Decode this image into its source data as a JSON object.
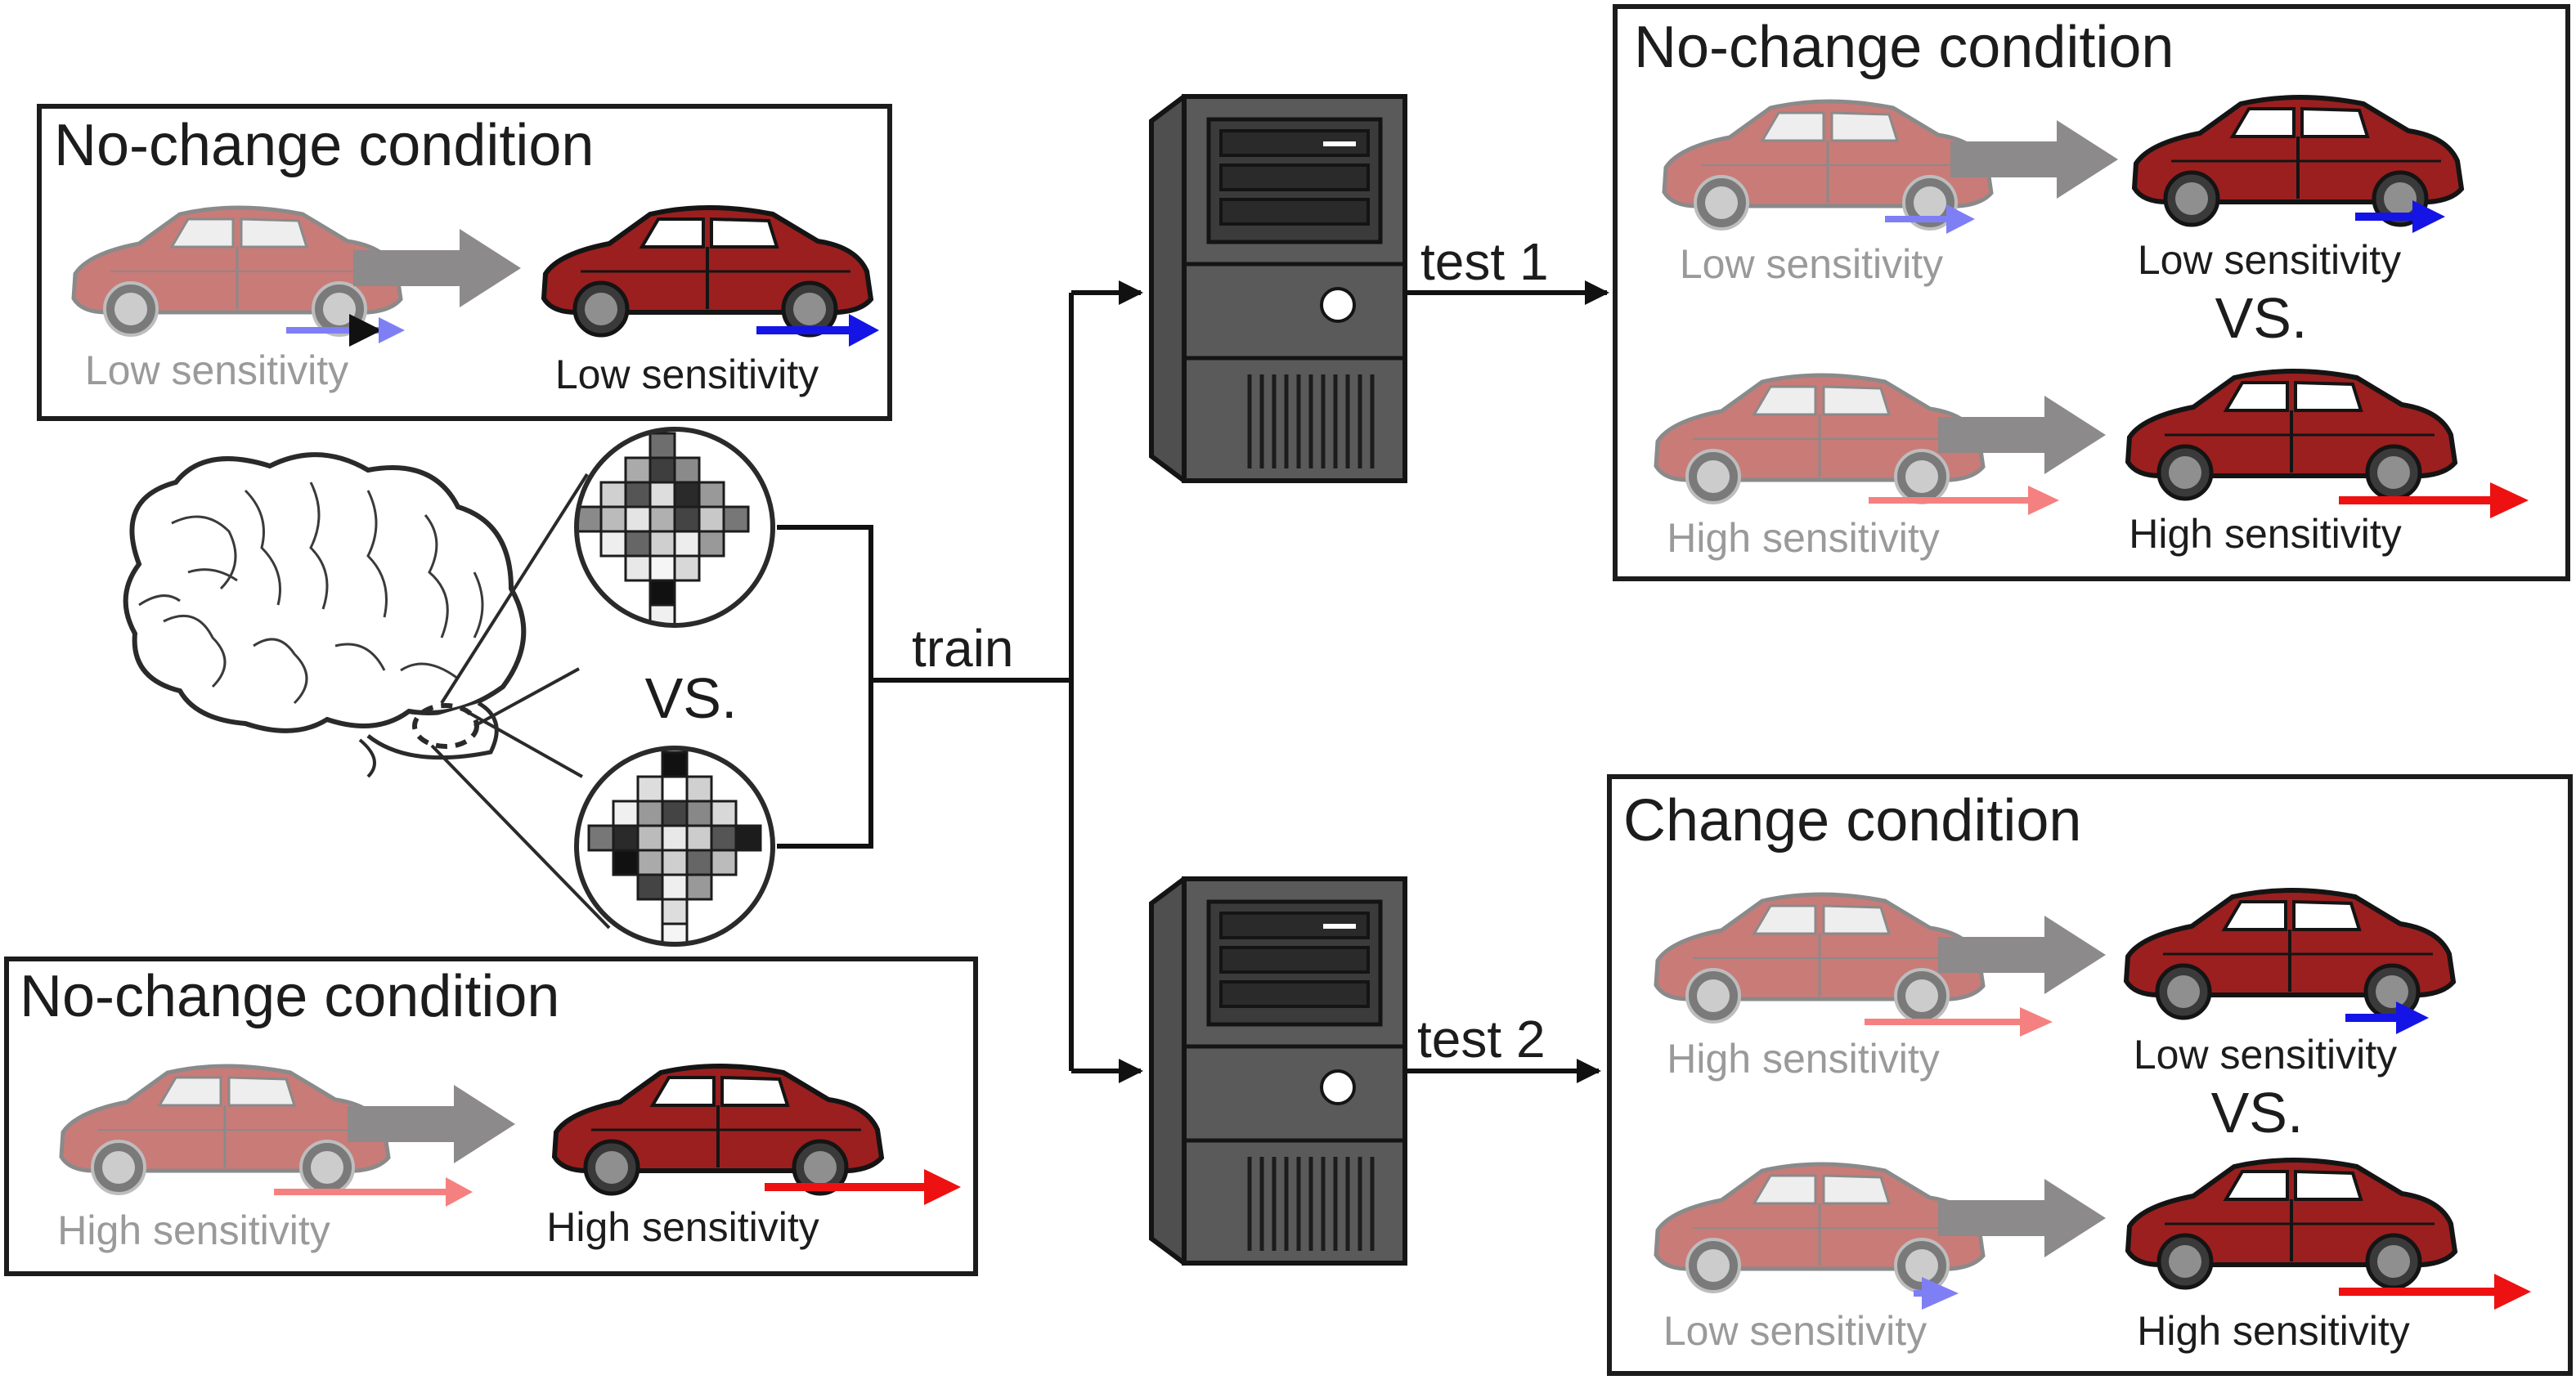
{
  "flow": {
    "train_label": "train",
    "test1_label": "test 1",
    "test2_label": "test 2",
    "pattern_vs_label": "VS."
  },
  "panels": {
    "left_top": {
      "title": "No-change condition",
      "before_label": "Low sensitivity",
      "after_label": "Low sensitivity"
    },
    "left_bottom": {
      "title": "No-change condition",
      "before_label": "High sensitivity",
      "after_label": "High sensitivity"
    },
    "test1": {
      "title": "No-change condition",
      "row1_before": "Low sensitivity",
      "row1_after": "Low sensitivity",
      "vs_label": "VS.",
      "row2_before": "High sensitivity",
      "row2_after": "High sensitivity"
    },
    "test2": {
      "title": "Change condition",
      "row1_before": "High sensitivity",
      "row1_after": "Low sensitivity",
      "vs_label": "VS.",
      "row2_before": "Low sensitivity",
      "row2_after": "High sensitivity"
    }
  },
  "colors": {
    "low_arrow_light": "#7f7ff5",
    "low_arrow_dark": "#1414e6",
    "high_arrow_light": "#f58080",
    "high_arrow_dark": "#ee1111",
    "car_faded": "#c97b78",
    "car_dark": "#9b1f1f",
    "gray_arrow": "#8c8a8a",
    "server_body": "#555555"
  },
  "icons": {
    "car": "car-icon",
    "server": "server-icon",
    "brain": "brain-icon",
    "voxel_pattern": "voxel-pattern-icon"
  }
}
